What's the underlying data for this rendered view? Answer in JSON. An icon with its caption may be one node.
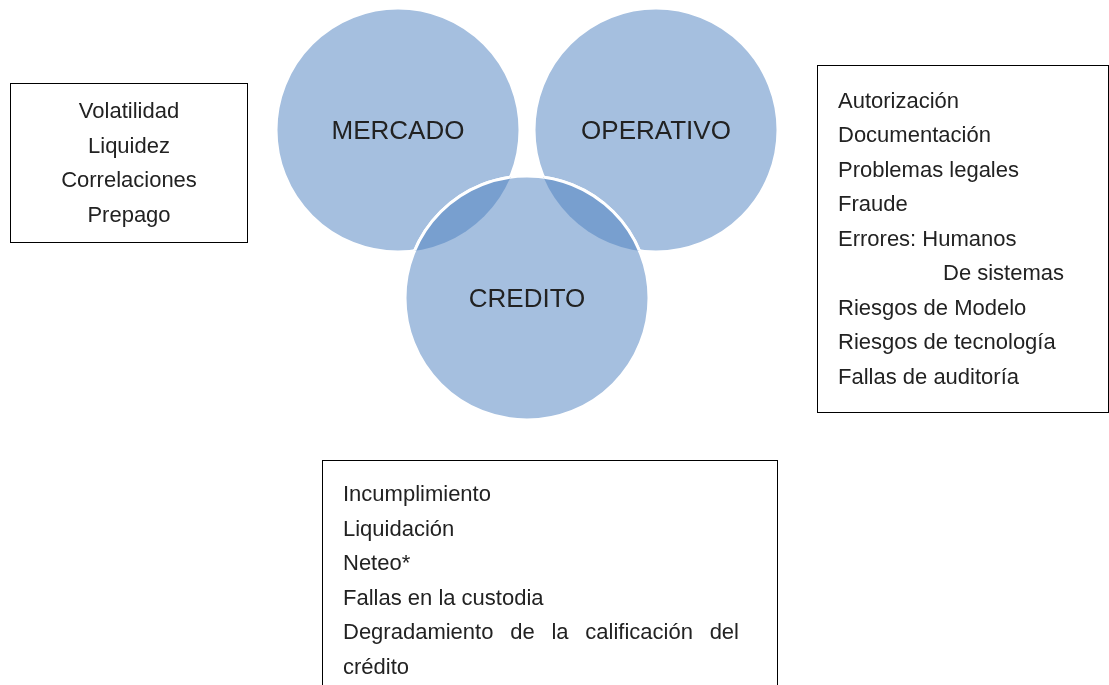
{
  "diagram": {
    "nodes": [
      {
        "text": [
          "Volatilidad",
          "Liquidez",
          "Correlaciones",
          "Prepago"
        ]
      },
      {
        "text": [
          "MERCADO"
        ]
      },
      {
        "text": [
          "OPERATIVO"
        ]
      },
      {
        "text": [
          "Autorización",
          "Documentación",
          "Problemas legales",
          "Fraude",
          "Errores: Humanos",
          "De sistemas",
          "Riesgos de Modelo",
          "Riesgos de tecnología",
          "Fallas de auditoría"
        ]
      },
      {
        "text": [
          "CREDITO"
        ]
      },
      {
        "text": [
          "Incumplimiento",
          "Liquidación",
          "Neteo*",
          "Fallas en la custodia",
          "Degradamiento de la calificación del crédito"
        ]
      }
    ]
  }
}
